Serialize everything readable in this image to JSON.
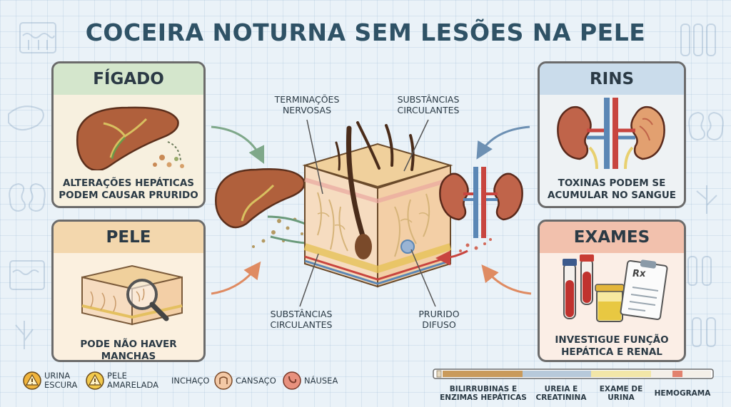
{
  "title": "COCEIRA NOTURNA SEM LESÕES NA PELE",
  "panels": {
    "figado": {
      "heading": "FÍGADO",
      "text_line1": "ALTERAÇÕES HEPÁTICAS",
      "text_line2": "PODEM CAUSAR PRURIDO"
    },
    "pele": {
      "heading": "PELE",
      "text": "PODE NÃO HAVER MANCHAS"
    },
    "rins": {
      "heading": "RINS",
      "text_line1": "TOXINAS PODEM SE",
      "text_line2": "ACUMULAR NO SANGUE"
    },
    "exames": {
      "heading": "EXAMES",
      "text_line1": "INVESTIGUE FUNÇÃO",
      "text_line2": "HEPÁTICA E RENAL",
      "rx": "Rx"
    }
  },
  "center_labels": {
    "terminacoes_line1": "TERMINAÇÕES",
    "terminacoes_line2": "NERVOSAS",
    "substancias_top_line1": "SUBSTÂNCIAS",
    "substancias_top_line2": "CIRCULANTES",
    "substancias_bottom_line1": "SUBSTÂNCIAS",
    "substancias_bottom_line2": "CIRCULANTES",
    "prurido_line1": "PRURIDO",
    "prurido_line2": "DIFUSO"
  },
  "symptoms": [
    {
      "line1": "URINA",
      "line2": "ESCURA",
      "icon": "warning-icon",
      "color": "#f0b43c"
    },
    {
      "line1": "PELE",
      "line2": "AMARELADA",
      "icon": "warning-icon",
      "color": "#f2c94c"
    },
    {
      "line1": "INCHAÇO",
      "line2": "",
      "icon": "swelling-icon",
      "color": "#e2b48a"
    },
    {
      "line1": "CANSAÇO",
      "line2": "",
      "icon": "fatigue-icon",
      "color": "#e89a6a"
    },
    {
      "line1": "NÁUSEA",
      "line2": "",
      "icon": "stomach-icon",
      "color": "#e07a6a"
    }
  ],
  "tests_legend": [
    {
      "line1": "BILIRRUBINAS E",
      "line2": "ENZIMAS HEPÁTICAS",
      "color": "#c99a5b"
    },
    {
      "line1": "UREIA E",
      "line2": "CREATININA",
      "color": "#b7c9da"
    },
    {
      "line1": "EXAME DE",
      "line2": "URINA",
      "color": "#f2e6a8"
    },
    {
      "line1": "HEMOGRAMA",
      "line2": "",
      "color": "#e2826e"
    }
  ],
  "colors": {
    "title": "#2f5266",
    "liver": "#b0603c",
    "kidney": "#c0644a",
    "vein": "#5b87b5",
    "artery": "#c8453f",
    "skin": "#f2d2a8",
    "arrow_green": "#7fa88a",
    "arrow_blue": "#6d90b3",
    "arrow_orange": "#df8b62"
  }
}
